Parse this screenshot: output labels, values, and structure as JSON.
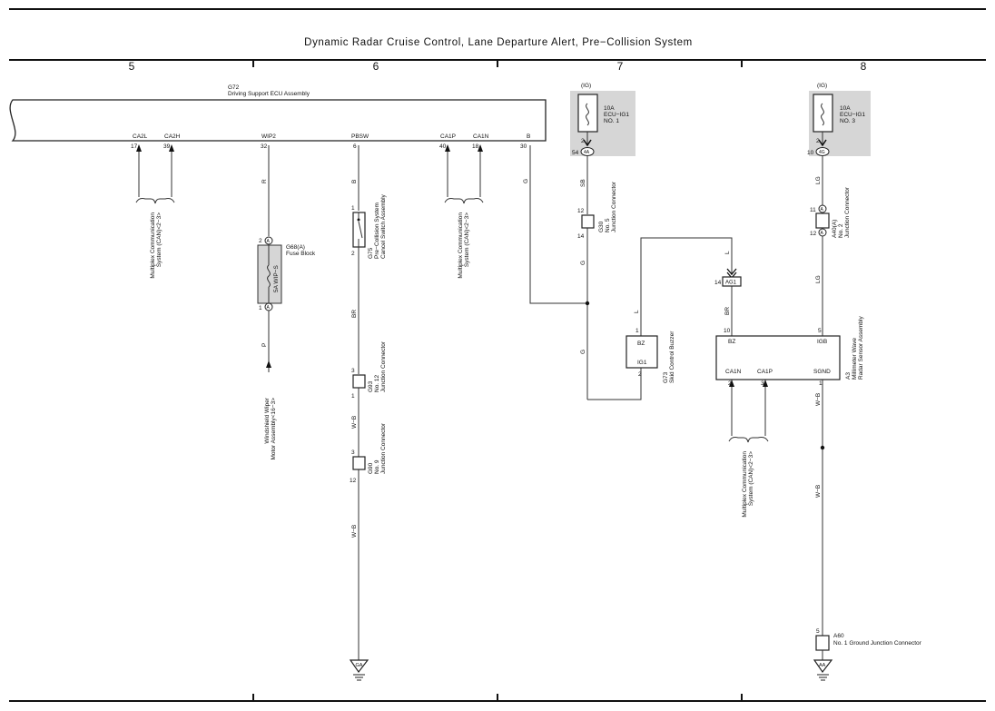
{
  "title": "Dynamic Radar Cruise Control,  Lane Departure Alert,  Pre−Collision System",
  "columns": [
    "5",
    "6",
    "7",
    "8"
  ],
  "ecu": {
    "code": "G72",
    "name": "Driving Support ECU Assembly",
    "pins": [
      {
        "name": "CA2L",
        "num": "17"
      },
      {
        "name": "CA2H",
        "num": "39"
      },
      {
        "name": "WIP2",
        "num": "32"
      },
      {
        "name": "PBSW",
        "num": "6"
      },
      {
        "name": "CA1P",
        "num": "40"
      },
      {
        "name": "CA1N",
        "num": "18"
      },
      {
        "name": "B",
        "num": "30"
      }
    ]
  },
  "wires": {
    "r": "R",
    "p": "P",
    "b": "B",
    "br": "BR",
    "wb1": "W−B",
    "wb2": "W−B",
    "g1": "G",
    "sb": "SB",
    "g2": "G",
    "g3": "G",
    "l1": "L",
    "l2": "L",
    "br2": "BR",
    "lg1": "LG",
    "lg2": "LG",
    "wb3": "W−B",
    "wb4": "W−B"
  },
  "can_labels": {
    "left": [
      "Multiplex Communication",
      "System (CAN)<2−3>"
    ],
    "mid": [
      "Multiplex Communication",
      "System (CAN)<2−3>"
    ],
    "right": [
      "Multiplex Communication",
      "System (CAN)<2−3>"
    ]
  },
  "fuse_g68": {
    "code": "G68(A)",
    "name": "Fuse Block",
    "rating": "5A WIP−S",
    "pin_top": "2",
    "pin_bottom": "1",
    "connector": "A"
  },
  "wiper": {
    "lines": [
      "Windshield Wiper",
      "Motor Assembly<16−3>"
    ]
  },
  "cancel_switch": {
    "code": "G75",
    "lines": [
      "Pre−Collision System",
      "Cancel Switch Assembly"
    ],
    "pin_top": "1",
    "pin_bottom": "2"
  },
  "g93": {
    "code": "G93",
    "lines": [
      "No. 12",
      "Junction Connector"
    ],
    "pin_top": "3",
    "pin_bottom": "1"
  },
  "g90": {
    "code": "G90",
    "lines": [
      "No. 9",
      "Junction Connector"
    ],
    "pin_top": "3",
    "pin_bottom": "12"
  },
  "ground_ga": "GA",
  "fuse_ecu_ig1_1": {
    "ig": "(IG)",
    "rating": "10A",
    "name": "ECU−IG1",
    "no": "NO. 1",
    "pin": "2",
    "conn_pin": "54",
    "conn": "4A"
  },
  "g30": {
    "code": "G30",
    "lines": [
      "No. 5",
      "Junction Connector"
    ],
    "pin_top": "12",
    "pin_bottom": "14"
  },
  "buzzer": {
    "code": "G73",
    "name": "Skid Control Buzzer",
    "bz": "BZ",
    "ig1": "IG1",
    "pin_top": "1",
    "pin_bottom": "2"
  },
  "ag1": {
    "pin": "14",
    "conn": "AG1"
  },
  "radar": {
    "code": "A3",
    "lines": [
      "Millimeter Wave",
      "Radar Sensor Assembly"
    ],
    "bz": "BZ",
    "igb": "IGB",
    "ca1n": "CA1N",
    "ca1p": "CA1P",
    "sgnd": "SGND",
    "pin_bz": "10",
    "pin_igb": "5",
    "pin_ca1n": "2",
    "pin_ca1p": "3",
    "pin_sgnd": "1"
  },
  "fuse_ecu_ig1_3": {
    "ig": "(IG)",
    "rating": "10A",
    "name": "ECU−IG1",
    "no": "NO. 3",
    "pin": "2",
    "conn_pin": "10",
    "conn": "4G"
  },
  "a40": {
    "code": "A40(A)",
    "lines": [
      "No. 2",
      "Junction Connector"
    ],
    "pin_top": "11",
    "pin_bottom": "12",
    "conn": "A"
  },
  "a60": {
    "code": "A60",
    "name": "No.  1 Ground Junction Connector",
    "pin": "5"
  },
  "ground_aa": "AA"
}
